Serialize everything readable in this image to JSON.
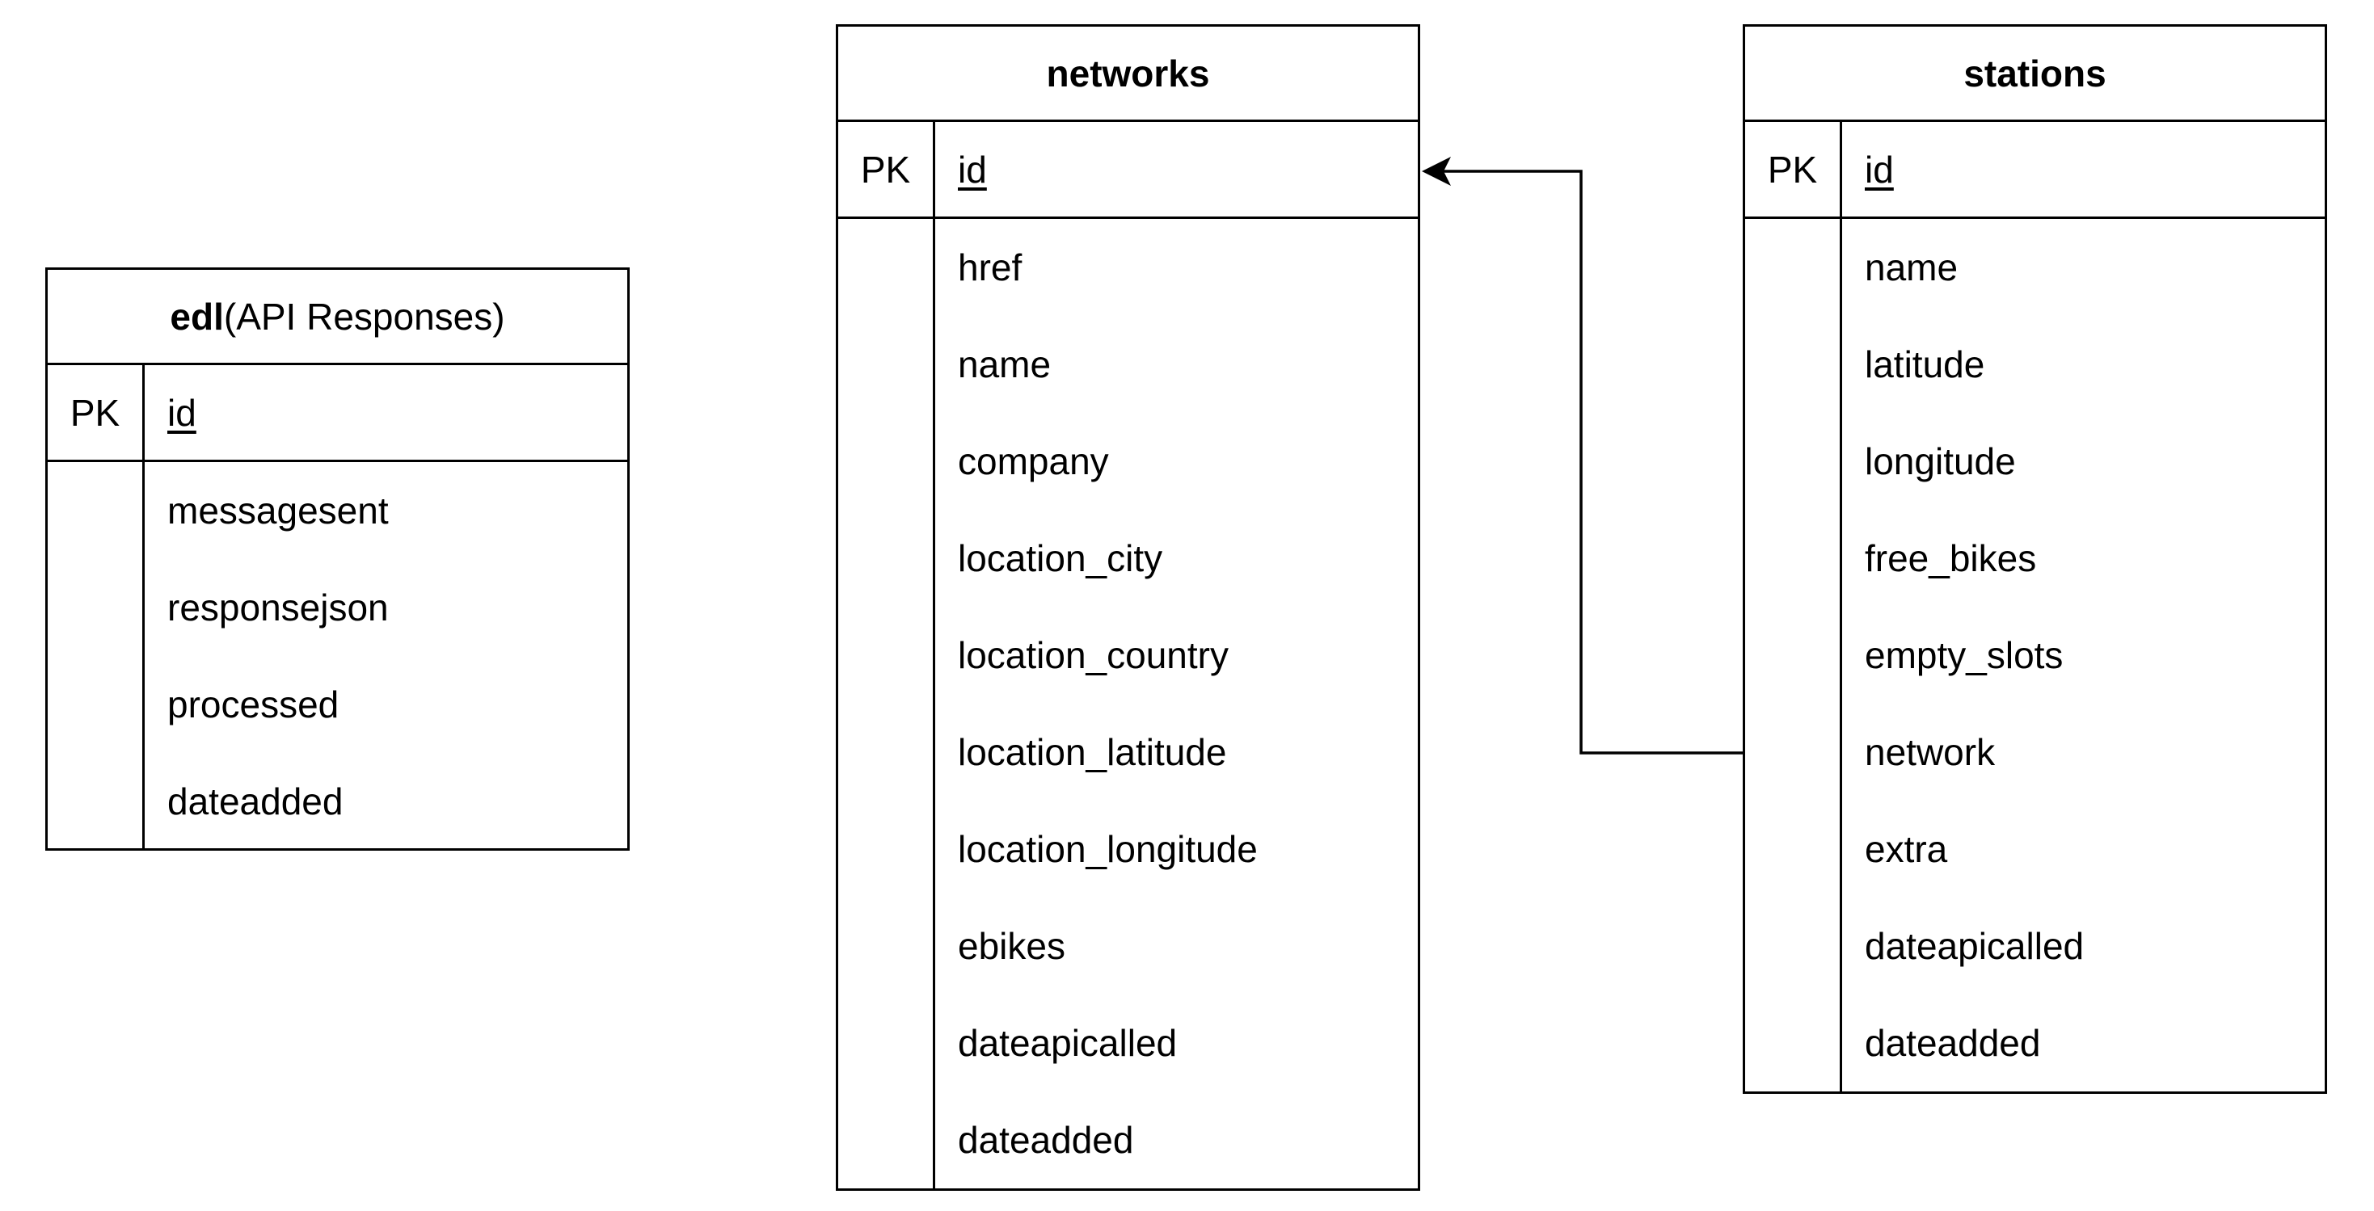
{
  "entities": {
    "edl": {
      "name": "edl",
      "suffix": " (API Responses)",
      "pk_label": "PK",
      "pk_field": "id",
      "fields": [
        "messagesent",
        "responsejson",
        "processed",
        "dateadded"
      ]
    },
    "networks": {
      "name": "networks",
      "pk_label": "PK",
      "pk_field": "id",
      "fields": [
        "href",
        "name",
        "company",
        "location_city",
        "location_country",
        "location_latitude",
        "location_longitude",
        "ebikes",
        "dateapicalled",
        "dateadded"
      ]
    },
    "stations": {
      "name": "stations",
      "pk_label": "PK",
      "pk_field": "id",
      "fields": [
        "name",
        "latitude",
        "longitude",
        "free_bikes",
        "empty_slots",
        "network",
        "extra",
        "dateapicalled",
        "dateadded"
      ]
    }
  },
  "relationships": [
    {
      "from": "stations.network",
      "to": "networks.id"
    }
  ]
}
